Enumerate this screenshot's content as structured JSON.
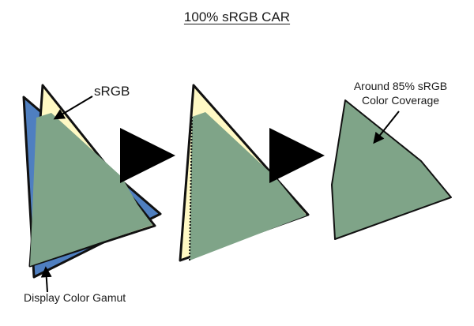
{
  "title": "100% sRGB CAR",
  "labels": {
    "srgb": "sRGB",
    "display_gamut": "Display Color Gamut",
    "coverage_line1": "Around 85% sRGB",
    "coverage_line2": "Color Coverage"
  },
  "colors": {
    "srgb_fill": "#FFF9C4",
    "display_fill": "#4F7FC0",
    "overlap_fill": "#7FA488",
    "outline": "#111111",
    "arrow": "#000000"
  }
}
